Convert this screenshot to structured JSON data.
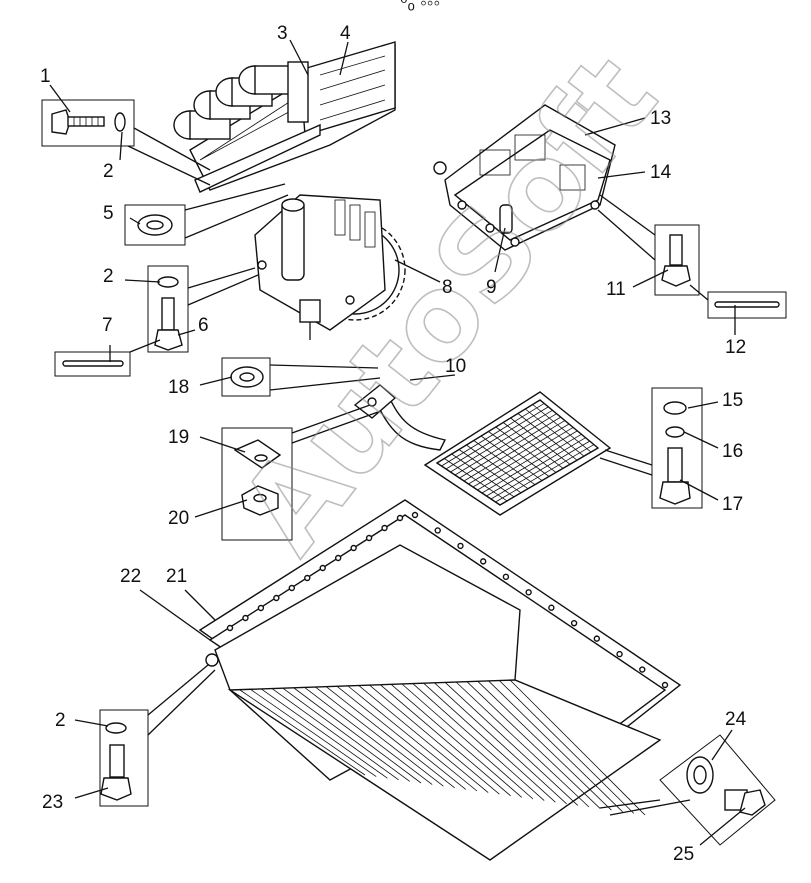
{
  "watermark": "AutoSoft",
  "corner_mark": "⁰ₒ ◦◦◦",
  "callouts": {
    "c1": "1",
    "c2a": "2",
    "c2b": "2",
    "c2c": "2",
    "c3": "3",
    "c4": "4",
    "c5": "5",
    "c6": "6",
    "c7": "7",
    "c8": "8",
    "c9": "9",
    "c10": "10",
    "c11": "11",
    "c12": "12",
    "c13": "13",
    "c14": "14",
    "c15": "15",
    "c16": "16",
    "c17": "17",
    "c18": "18",
    "c19": "19",
    "c20": "20",
    "c21": "21",
    "c22": "22",
    "c23": "23",
    "c24": "24",
    "c25": "25"
  }
}
